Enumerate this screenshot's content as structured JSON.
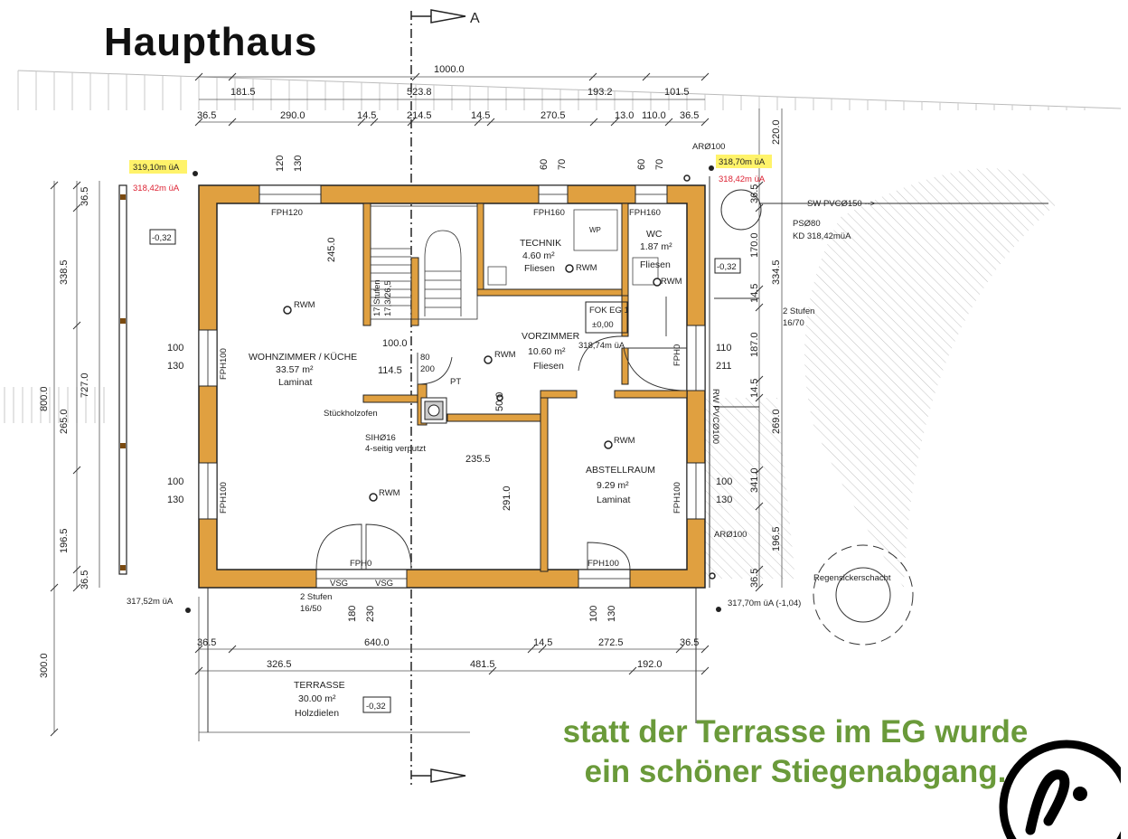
{
  "title": "Haupthaus",
  "section_marker": "A",
  "note": {
    "line1": "statt der Terrasse im EG wurde",
    "line2": "ein schöner Stiegenabgang."
  },
  "dimensions": {
    "top_total": "1000.0",
    "top_row2": [
      "181.5",
      "523.8",
      "193.2",
      "101.5"
    ],
    "top_row3": [
      "36.5",
      "290.0",
      "14.5",
      "214.5",
      "14.5",
      "270.5",
      "13.0",
      "110.0",
      "36.5"
    ],
    "right_top": "220.0",
    "left_total": "800.0",
    "left_inner": [
      "36.5",
      "338.5",
      "727.0",
      "265.0",
      "196.5",
      "36.5"
    ],
    "right_col": [
      "36.5",
      "170.0",
      "334.5",
      "14.5",
      "187.0",
      "14.5",
      "269.0",
      "341.0",
      "196.5",
      "36.5"
    ],
    "bottom_row1": [
      "36.5",
      "640.0",
      "14.5",
      "272.5",
      "36.5"
    ],
    "bottom_row2": [
      "326.5",
      "481.5",
      "192.0"
    ],
    "left_bottom": "300.0",
    "interior": [
      "245.0",
      "100.0",
      "114.5",
      "50.0",
      "235.5",
      "291.0"
    ]
  },
  "levels": {
    "top_left_yellow": "319,10m üA",
    "top_left_red": "318,42m üA",
    "top_right_yellow": "318,70m üA",
    "top_right_red": "318,42m üA",
    "bottom_left": "317,52m üA",
    "bottom_right": "317,70m üA (-1,04)",
    "fok": "FOK EG 1",
    "fok_val": "±0,00",
    "fok_abs": "318,74m üA",
    "box_left": "-0,32",
    "box_right": "-0,32",
    "box_terrace": "-0,32"
  },
  "rooms": [
    {
      "name": "WOHNZIMMER / KÜCHE",
      "area": "33.57 m²",
      "floor": "Laminat"
    },
    {
      "name": "TECHNIK",
      "area": "4.60 m²",
      "floor": "Fliesen"
    },
    {
      "name": "WC",
      "area": "1.87 m²",
      "floor": "Fliesen"
    },
    {
      "name": "VORZIMMER",
      "area": "10.60 m²",
      "floor": "Fliesen"
    },
    {
      "name": "ABSTELLRAUM",
      "area": "9.29 m²",
      "floor": "Laminat"
    },
    {
      "name": "TERRASSE",
      "area": "30.00 m²",
      "floor": "Holzdielen"
    }
  ],
  "labels": {
    "rwm": "RWM",
    "fph120": "FPH120",
    "fph160": "FPH160",
    "fph100": "FPH100",
    "fph0": "FPH0",
    "ar100": "ARØ100",
    "sw": "SW PVCØ150 -->",
    "ps80": "PSØ80",
    "kd": "KD 318,42müA",
    "stufen2_right": "2 Stufen",
    "stufen2_right_dim": "16/70",
    "stufen2_bottom": "2 Stufen",
    "stufen2_bottom_dim": "16/50",
    "stufen17": "17 Stufen",
    "stufen17_dim": "17,3/26,5",
    "rw": "RW PVCØ100",
    "ofen": "Stückholzofen",
    "sih": "SIHØ16",
    "sih2": "4-seitig verputzt",
    "regen": "Regensickerschacht",
    "vsg": "VSG",
    "pt": "PT",
    "wp": "WP",
    "win_120": "120",
    "win_130": "130",
    "win_100": "100",
    "win_60": "60",
    "win_70": "70",
    "win_110": "110",
    "win_211": "211",
    "win_180": "180",
    "win_230": "230",
    "door_80": "80",
    "door_200": "200"
  }
}
